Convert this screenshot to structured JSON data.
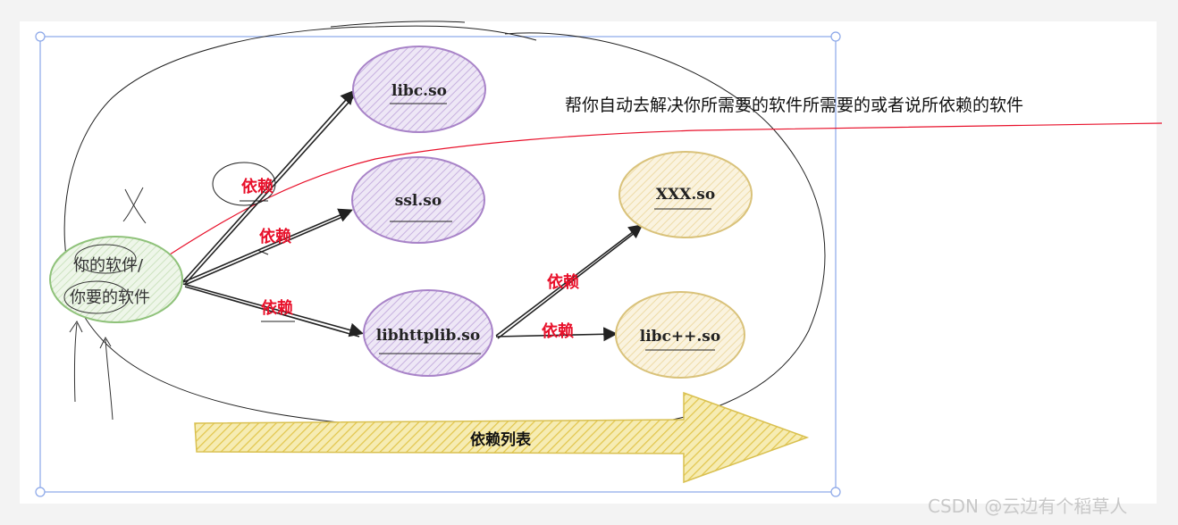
{
  "nodes": {
    "source_line1": "你的软件/",
    "source_line2": "你要的软件",
    "libc": "libc.so",
    "ssl": "ssl.so",
    "libhttplib": "libhttplib.so",
    "xxx": "XXX.so",
    "libcpp": "libc++.so"
  },
  "edges": {
    "dep1": "依赖",
    "dep2": "依赖",
    "dep3": "依赖",
    "dep4": "依赖",
    "dep5": "依赖"
  },
  "annotation": "帮你自动去解决你所需要的软件所需要的或者说所依赖的软件",
  "dependency_list_label": "依赖列表",
  "watermark": "CSDN @云边有个稻草人",
  "colors": {
    "purple_node": "#a883c8",
    "yellow_node": "#d9c27a",
    "green_node": "#8fc27a",
    "dep_red": "#e8102a",
    "selection_blue": "#8aa6e8"
  }
}
